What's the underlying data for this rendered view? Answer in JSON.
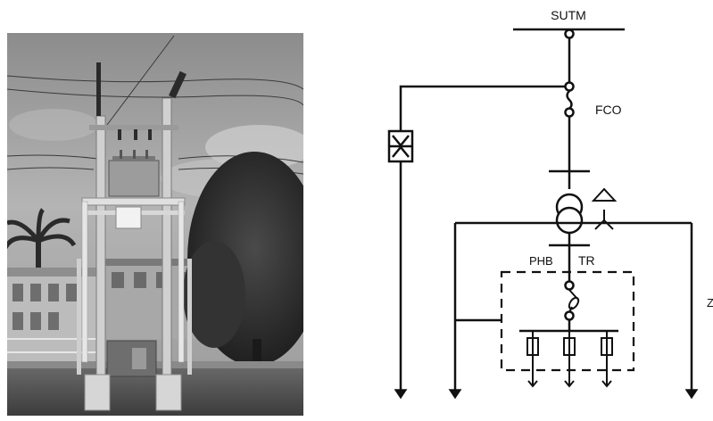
{
  "photo": {
    "subject": "pole-mounted-distribution-substation"
  },
  "diagram": {
    "labels": {
      "bus": "SUTM",
      "fuse": "FCO",
      "meter_left": "PHB",
      "meter_right": "TR",
      "edge_cut": "Z"
    }
  },
  "colors": {
    "line": "#111111",
    "background": "#ffffff"
  }
}
